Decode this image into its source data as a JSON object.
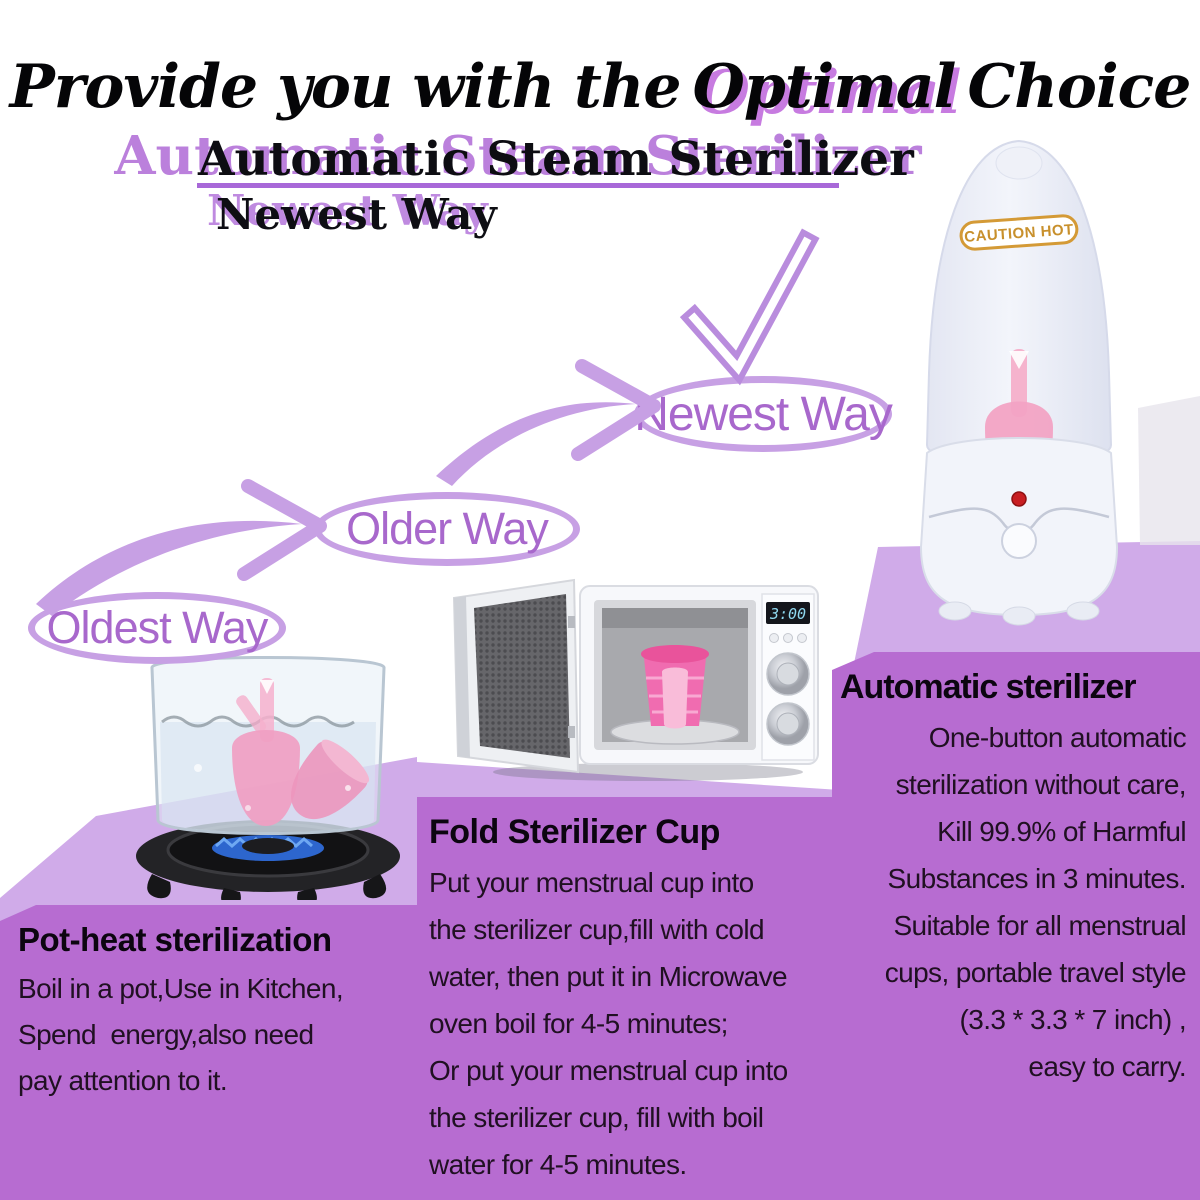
{
  "header": {
    "title_prefix": "Provide you with the",
    "title_highlight": "Optimal",
    "title_suffix": "Choice",
    "subtitle": "Automatic Steam Sterilizer",
    "tagline": "Newest Way"
  },
  "flow": {
    "stages": [
      {
        "label": "Oldest Way"
      },
      {
        "label": "Older Way"
      },
      {
        "label": "Newest Way"
      }
    ]
  },
  "products": {
    "sterilizer_badge": "CAUTION HOT",
    "microwave_display": "3:00"
  },
  "sections": [
    {
      "heading": "Pot-heat sterilization",
      "lines": [
        "Boil in a pot,Use in Kitchen,",
        "Spend  energy,also need",
        "pay attention to it."
      ]
    },
    {
      "heading": "Fold Sterilizer Cup",
      "lines": [
        "Put your menstrual cup into",
        "the sterilizer cup,fill with cold",
        "water, then put it in Microwave",
        "oven boil for 4-5 minutes;",
        "Or put your menstrual cup into",
        "the sterilizer cup, fill with boil",
        "water for 4-5 minutes."
      ]
    },
    {
      "heading": "Automatic sterilizer",
      "lines": [
        "One-button automatic",
        "sterilization without care,",
        "Kill 99.9% of Harmful",
        "Substances in 3 minutes.",
        "Suitable for all menstrual",
        "cups, portable travel style",
        "(3.3 * 3.3 * 7 inch) ,",
        "easy to carry."
      ]
    }
  ],
  "colors": {
    "block_purple": "#b76cd1",
    "lavender": "#d0abe9",
    "flow_purple": "#a868cc",
    "ellipse_stroke": "#c7a0e4",
    "title_shadow": "#c77be0",
    "underline": "#a868d8",
    "badge_gold": "#cf9434",
    "cup_pink": "#f2a3c4",
    "flame_blue": "#2f6bd8"
  }
}
